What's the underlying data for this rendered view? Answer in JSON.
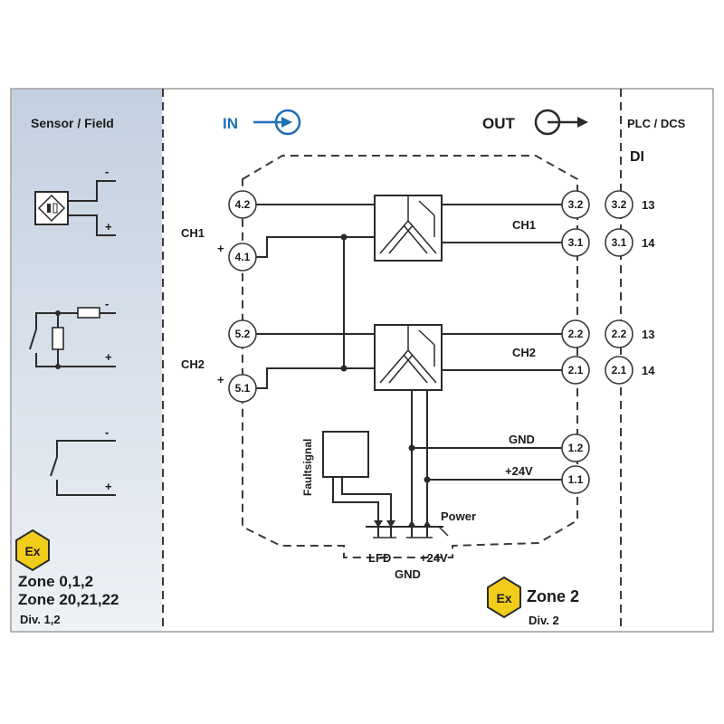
{
  "field_panel": {
    "title": "Sensor / Field",
    "zone_line1": "Zone 0,1,2",
    "zone_line2": "Zone 20,21,22",
    "div": "Div. 1,2",
    "ex_symbol": "Ex",
    "sensor_minus": "-",
    "sensor_plus": "+"
  },
  "module": {
    "in_label": "IN",
    "out_label": "OUT",
    "ch1": "CH1",
    "ch2": "CH2",
    "in_terminals": [
      "4.2",
      "4.1",
      "5.2",
      "5.1"
    ],
    "out_terminals": [
      "3.2",
      "3.1",
      "2.2",
      "2.1",
      "1.2",
      "1.1"
    ],
    "gnd": "GND",
    "v24": "+24V",
    "faultsignal": "Faultsignal",
    "power": "Power",
    "lfd": "LFD",
    "gnd_bottom": "GND",
    "v24_bottom": "+24V",
    "plus": "+",
    "zone": "Zone 2",
    "div": "Div. 2",
    "ex_symbol": "Ex"
  },
  "plc": {
    "title": "PLC / DCS",
    "subtitle": "DI",
    "terminals": [
      "3.2",
      "3.1",
      "2.2",
      "2.1"
    ],
    "numbers": [
      "13",
      "14",
      "13",
      "14"
    ]
  },
  "colors": {
    "accent_blue": "#1f6fb5",
    "field_bg_top": "#c3d0e0",
    "field_bg_bottom": "#eef1f5",
    "ex_yellow": "#f2cc1a"
  }
}
